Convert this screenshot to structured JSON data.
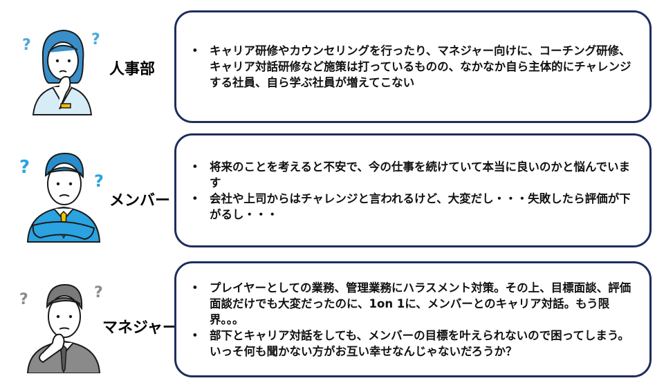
{
  "rows": [
    {
      "role": "人事部",
      "bullets": [
        "キャリア研修やカウンセリングを行ったり、マネジャー向けに、コーチング研修、キャリア対話研修など施策は打っているものの、なかなか自ら主体的にチャレンジする社員、自ら学ぶ社員が増えてこない"
      ],
      "avatar_icon": "hr-woman-thinking-icon"
    },
    {
      "role": "メンバー",
      "bullets": [
        "将来のことを考えると不安で、今の仕事を続けていて本当に良いのかと悩んでいます",
        "会社や上司からはチャレンジと言われるけど、大変だし・・・失敗したら評価が下がるし・・・"
      ],
      "avatar_icon": "member-man-arms-crossed-icon"
    },
    {
      "role": "マネジャー",
      "bullets": [
        "プレイヤーとしての業務、管理業務にハラスメント対策。その上、目標面談、評価面談だけでも大変だったのに、1on 1に、メンバーとのキャリア対話。もう限界。。。",
        "部下とキャリア対話をしても、メンバーの目標を叶えられないので困ってしまう。いっそ何も聞かない方がお互い幸せなんじゃないだろうか？"
      ],
      "avatar_icon": "manager-man-thinking-icon"
    }
  ],
  "colors": {
    "box_border": "#1f2d5c",
    "hr_accent": "#4aa8d8",
    "member_accent": "#2aa3e0",
    "tie": "#f0c000",
    "manager_gray": "#8a8a8a"
  }
}
